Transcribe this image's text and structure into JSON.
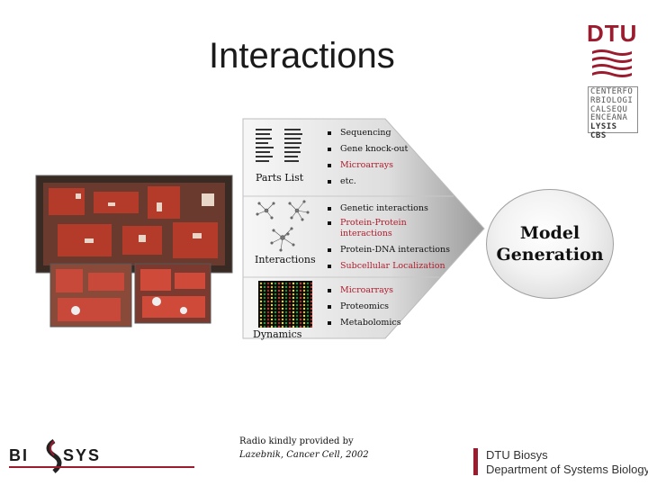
{
  "slide": {
    "title": "Interactions"
  },
  "logo": {
    "dtu_text": "DTU",
    "cbs_lines": [
      "CENTERFO",
      "RBIOLOGI",
      "CALSEQU",
      "ENCEANA",
      "LYSIS CBS"
    ]
  },
  "sections": [
    {
      "label": "Parts List",
      "items": [
        {
          "text": "Sequencing",
          "color": "#111111"
        },
        {
          "text": "Gene knock-out",
          "color": "#111111"
        },
        {
          "text": "Microarrays",
          "color": "#b01c2c"
        },
        {
          "text": "etc.",
          "color": "#111111"
        }
      ]
    },
    {
      "label": "Interactions",
      "items": [
        {
          "text": "Genetic interactions",
          "color": "#111111"
        },
        {
          "text": "Protein-Protein interactions",
          "color": "#b01c2c"
        },
        {
          "text": "Protein-DNA interactions",
          "color": "#111111"
        },
        {
          "text": "Subcellular Localization",
          "color": "#b01c2c"
        }
      ]
    },
    {
      "label": "Dynamics",
      "items": [
        {
          "text": "Microarrays",
          "color": "#b01c2c"
        },
        {
          "text": "Proteomics",
          "color": "#111111"
        },
        {
          "text": "Metabolomics",
          "color": "#111111"
        }
      ]
    }
  ],
  "model": {
    "line1": "Model",
    "line2": "Generation"
  },
  "credit": {
    "line1": "Radio kindly provided by",
    "line2": "Lazebnik, Cancer Cell, 2002"
  },
  "footer": {
    "biosys_left": "BI",
    "biosys_right": "SYS",
    "biosys_tagline": "",
    "dtu_biosys_line1": "DTU Biosys",
    "dtu_biosys_line2": "Department of Systems Biology"
  },
  "colors": {
    "accent_red": "#b01c2c",
    "dtu_red": "#9b1c2e",
    "arrow_gray": "#9a9a9a"
  }
}
